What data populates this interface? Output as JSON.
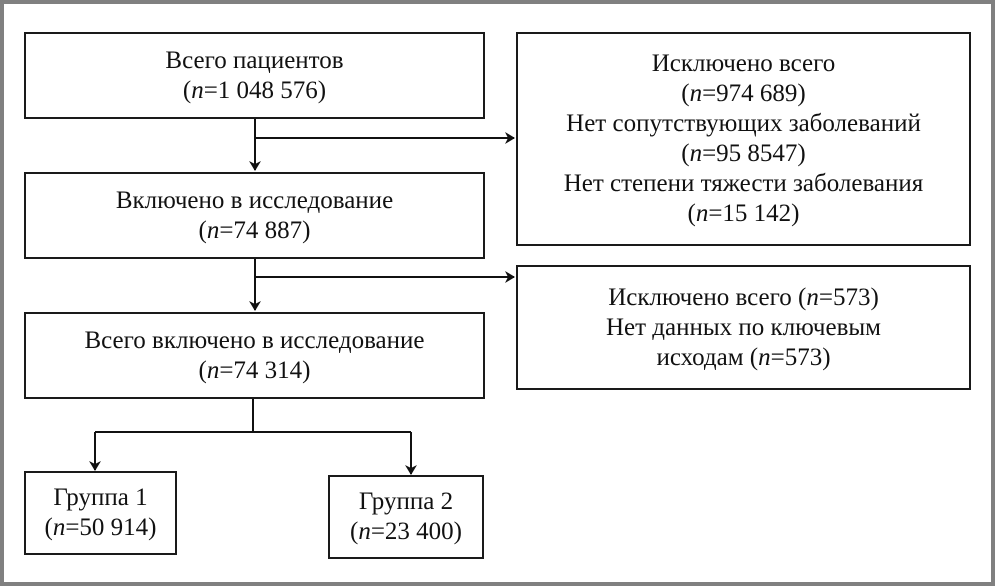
{
  "nodes": {
    "total": {
      "label": "Всего пациентов",
      "n": "1 048 576"
    },
    "excluded1": {
      "label": "Исключено всего",
      "n": "974 689",
      "reason1": "Нет сопутствующих заболеваний",
      "reason1_n": "95 8547",
      "reason2": "Нет степени тяжести заболевания",
      "reason2_n": "15 142"
    },
    "included": {
      "label": "Включено в исследование",
      "n": "74 887"
    },
    "excluded2": {
      "label": "Исключено всего",
      "n": "573",
      "reason1_line1": "Нет данных по ключевым",
      "reason1_line2": "исходам",
      "reason1_n": "573"
    },
    "total_included": {
      "label": "Всего включено в исследование",
      "n": "74 314"
    },
    "group1": {
      "label": "Группа 1",
      "n": "50 914"
    },
    "group2": {
      "label": "Группа 2",
      "n": "23 400"
    }
  },
  "n_symbol": "n"
}
